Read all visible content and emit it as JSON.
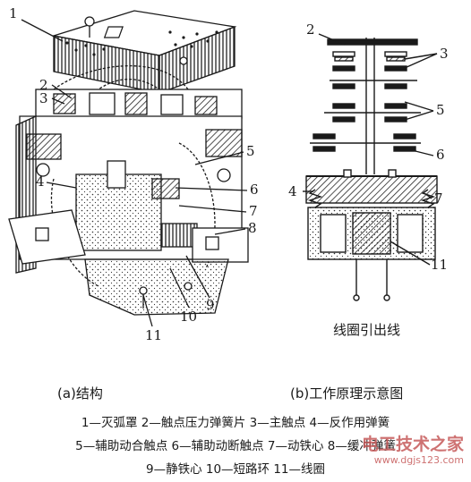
{
  "diagram_a": {
    "caption": "(a)结构",
    "labels": [
      "1",
      "2",
      "3",
      "4",
      "5",
      "6",
      "7",
      "8",
      "9",
      "10",
      "11"
    ]
  },
  "diagram_b": {
    "caption": "(b)工作原理示意图",
    "coil_lead_label": "线圈引出线",
    "labels": [
      "2",
      "3",
      "5",
      "6",
      "4",
      "7",
      "11"
    ]
  },
  "legend": {
    "line1": "1—灭弧罩   2—触点压力弹簧片   3—主触点   4—反作用弹簧",
    "line2": "5—辅助动合触点  6—辅助动断触点   7—动铁心   8—缓冲弹簧",
    "line3": "9—静铁心   10—短路环   11—线圈"
  },
  "watermark": {
    "brand": "电工技术之家",
    "url": "www.dgjs123.com"
  }
}
